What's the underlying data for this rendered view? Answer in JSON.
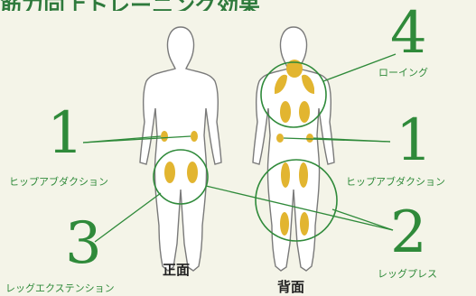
{
  "header": {
    "title": "筋力向上トレーニング効果"
  },
  "views": {
    "front": "正面",
    "back": "背面"
  },
  "callouts": [
    {
      "number": "1",
      "label": "ヒップアブダクション"
    },
    {
      "number": "3",
      "label": "レッグエクステンション"
    },
    {
      "number": "4",
      "label": "ローイング"
    },
    {
      "number": "1",
      "label": "ヒップアブダクション"
    },
    {
      "number": "2",
      "label": "レッグプレス"
    }
  ],
  "colors": {
    "accent": "#2f8a3a",
    "muscle": "#e2b530",
    "body_fill": "#ffffff",
    "outline": "#7a7a7a",
    "background": "#f4f4e8"
  }
}
